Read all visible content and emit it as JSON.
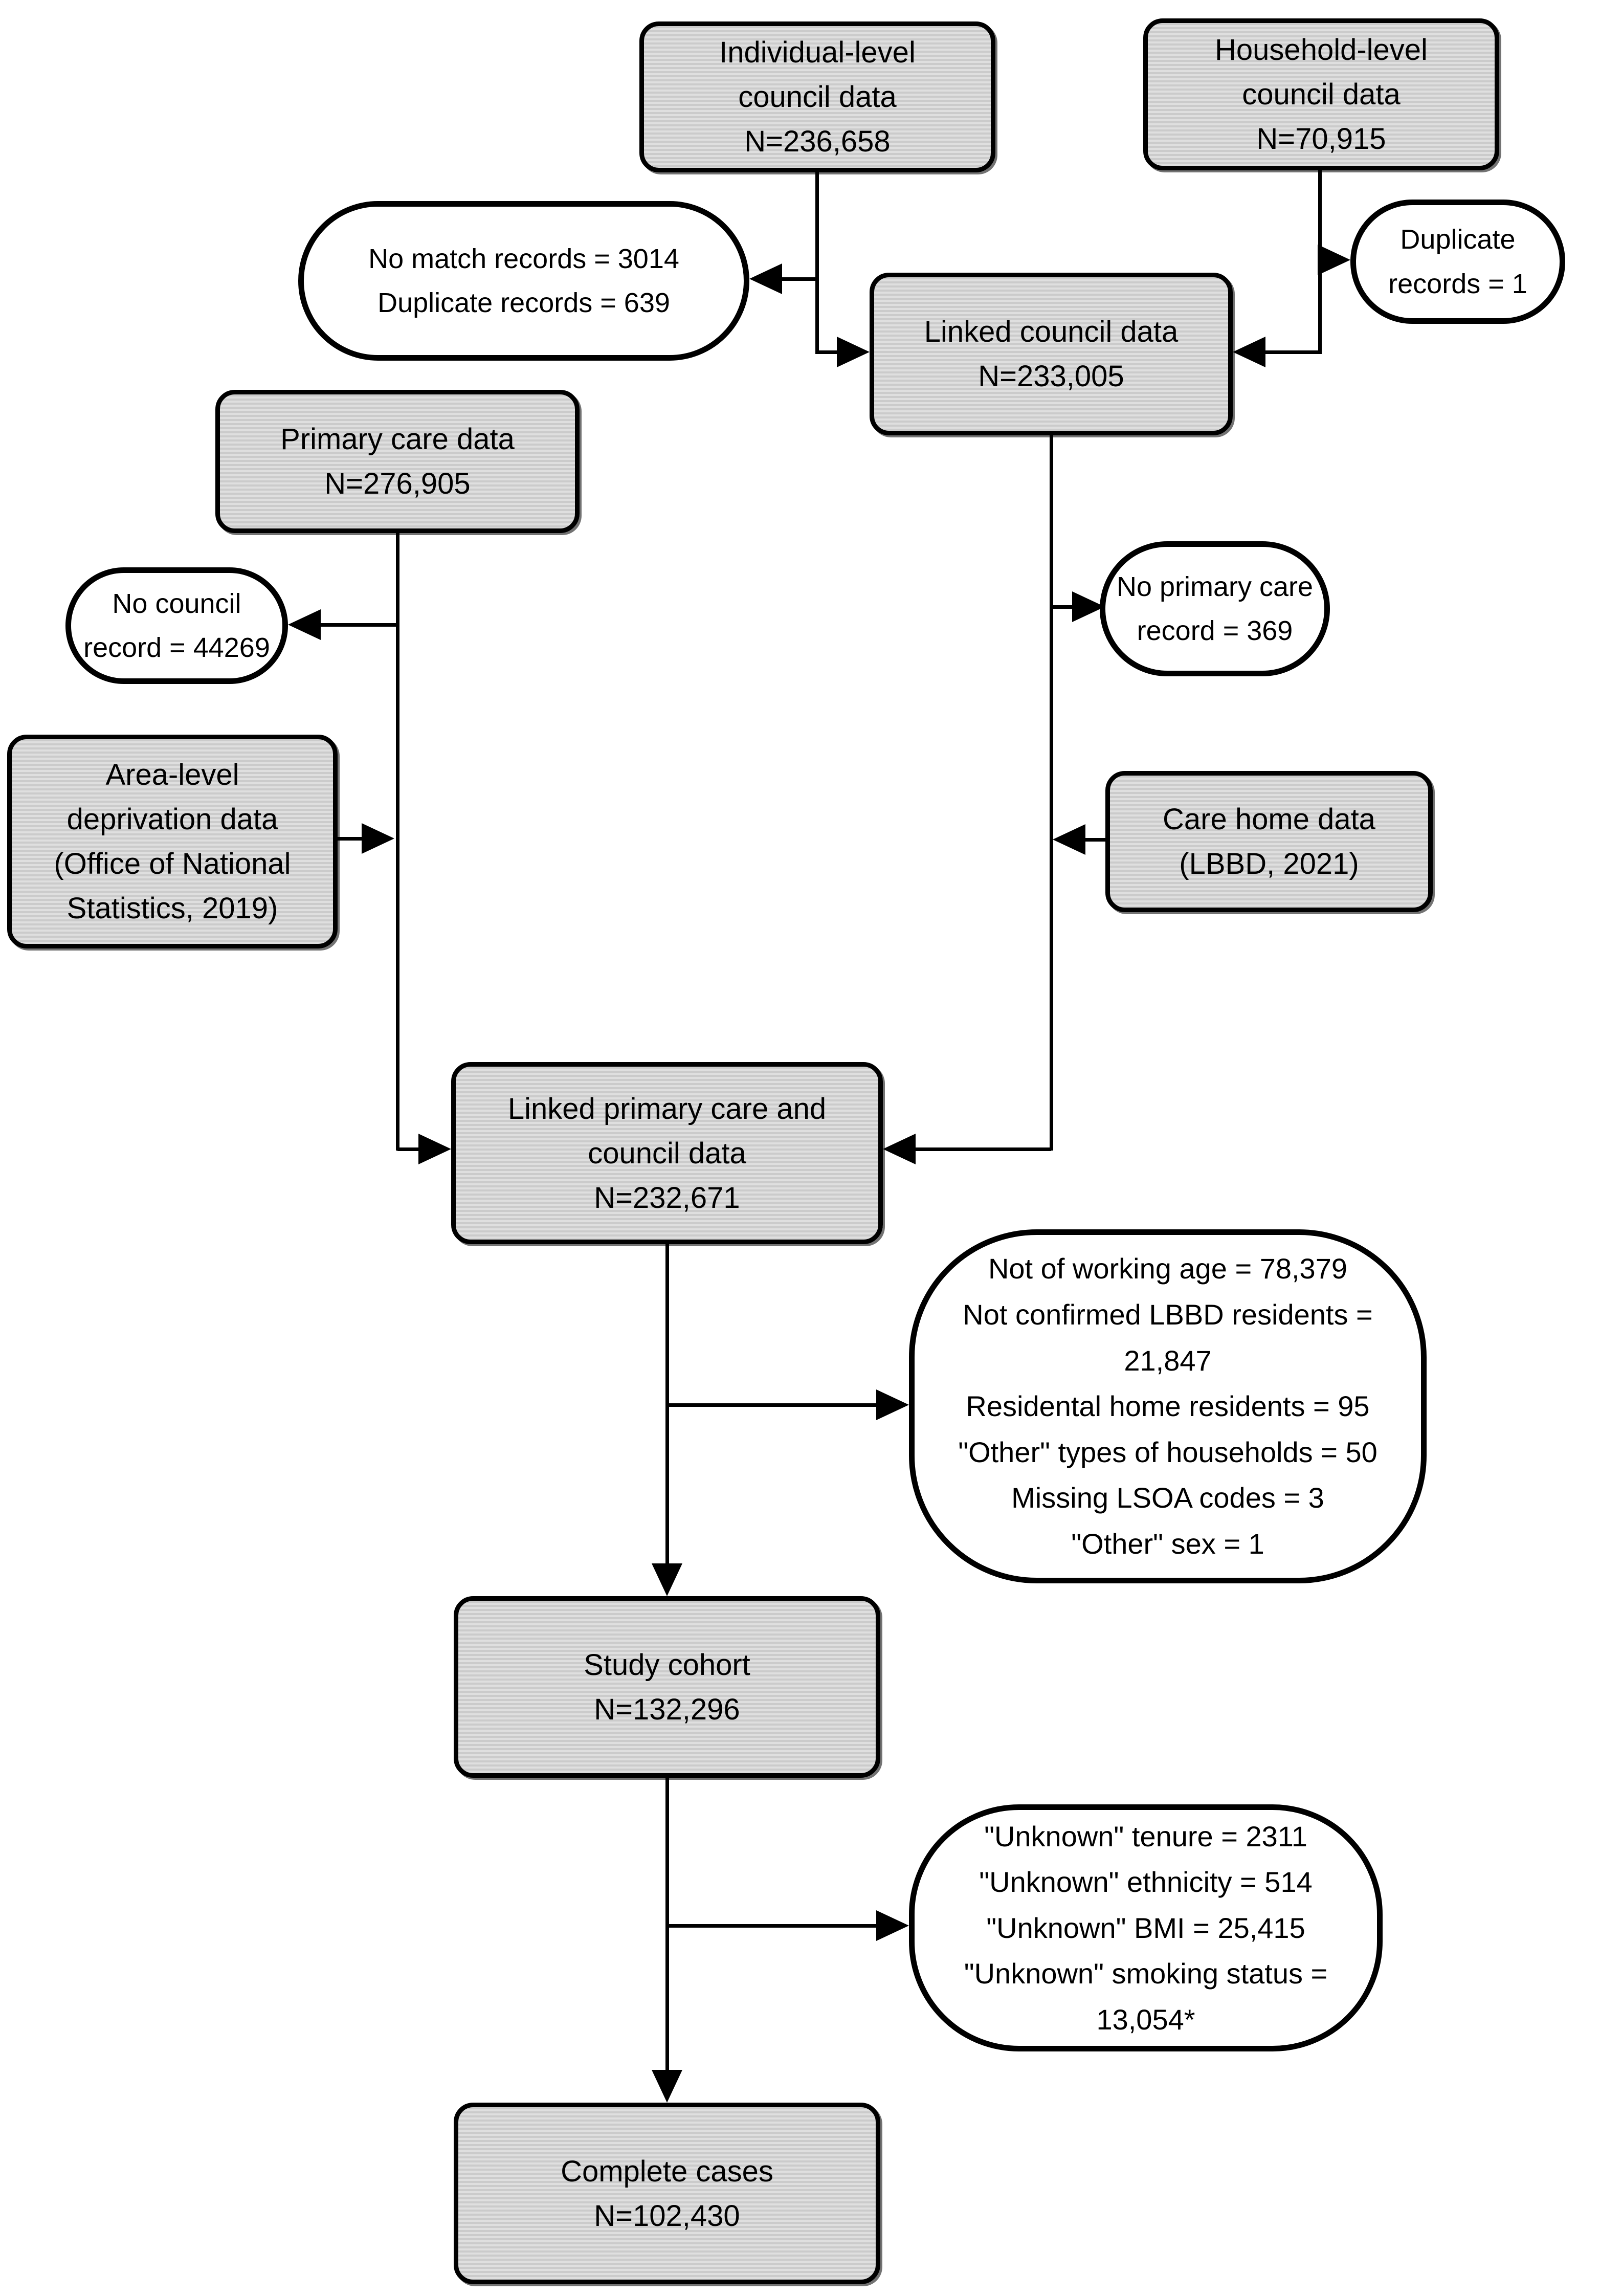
{
  "colors": {
    "background": "#ffffff",
    "node_fill": "#d2d2d2",
    "node_border": "#000000",
    "callout_fill": "#ffffff",
    "callout_border": "#000000",
    "connector": "#000000",
    "text": "#000000"
  },
  "nodes": {
    "individual_council": {
      "text": "Individual-level\ncouncil data\nN=236,658"
    },
    "household_council": {
      "text": "Household-level\ncouncil data\nN=70,915"
    },
    "no_match": {
      "text": "No match records = 3014\nDuplicate records = 639"
    },
    "duplicate": {
      "text": "Duplicate\nrecords = 1"
    },
    "linked_council": {
      "text": "Linked council data\nN=233,005"
    },
    "primary_care": {
      "text": "Primary care data\nN=276,905"
    },
    "no_council": {
      "text": "No council\nrecord = 44269"
    },
    "no_primary_care": {
      "text": "No primary care\nrecord = 369"
    },
    "area_level": {
      "text": "Area-level\ndeprivation data\n(Office of National\nStatistics, 2019)"
    },
    "care_home": {
      "text": "Care home data\n(LBBD, 2021)"
    },
    "linked_primary_care": {
      "text": "Linked primary care and\ncouncil data\nN=232,671"
    },
    "exclusions_step1": {
      "text": "Not of working age = 78,379\nNot confirmed LBBD residents =\n21,847\nResidental home residents = 95\n\"Other\" types of households = 50\nMissing LSOA codes = 3\n\"Other\" sex = 1"
    },
    "study_cohort": {
      "text": "Study cohort\nN=132,296"
    },
    "exclusions_step2": {
      "text": "\"Unknown\" tenure = 2311\n\"Unknown\" ethnicity = 514\n\"Unknown\" BMI = 25,415\n\"Unknown\" smoking status =\n13,054*"
    },
    "complete_cases": {
      "text": "Complete cases\nN=102,430"
    }
  },
  "edges": [
    {
      "from": "individual_council",
      "to": "no_match"
    },
    {
      "from": "individual_council",
      "to": "linked_council"
    },
    {
      "from": "household_council",
      "to": "duplicate"
    },
    {
      "from": "household_council",
      "to": "linked_council"
    },
    {
      "from": "linked_council",
      "to": "no_primary_care"
    },
    {
      "from": "care_home",
      "to": "linked_primary_care"
    },
    {
      "from": "linked_council",
      "to": "linked_primary_care"
    },
    {
      "from": "primary_care",
      "to": "no_council"
    },
    {
      "from": "area_level",
      "to": "linked_primary_care"
    },
    {
      "from": "primary_care",
      "to": "linked_primary_care"
    },
    {
      "from": "linked_primary_care",
      "to": "exclusions_step1"
    },
    {
      "from": "linked_primary_care",
      "to": "study_cohort"
    },
    {
      "from": "study_cohort",
      "to": "exclusions_step2"
    },
    {
      "from": "study_cohort",
      "to": "complete_cases"
    }
  ]
}
